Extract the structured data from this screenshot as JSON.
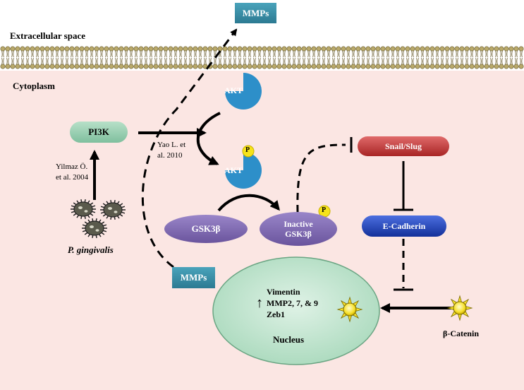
{
  "regions": {
    "extracellular": "Extracellular  space",
    "cytoplasm": "Cytoplasm",
    "nucleus": "Nucleus"
  },
  "nodes": {
    "mmps_top": "MMPs",
    "mmps_bottom": "MMPs",
    "pi3k": "PI3K",
    "akt": "AKT",
    "akt_p": "AKT",
    "phospho_symbol": "P",
    "gsk3b": "GSK3β",
    "inactive_gsk3b_line1": "Inactive",
    "inactive_gsk3b_line2": "GSK3β",
    "snail_slug": "Snail/Slug",
    "e_cadherin": "E-Cadherin",
    "beta_catenin": "β-Catenin",
    "p_gingivalis": "P. gingivalis"
  },
  "citations": {
    "yilmaz_line1": "Yilmaz  Ö.",
    "yilmaz_line2": "et al. 2004",
    "yao_line1": "Yao L. et",
    "yao_line2": "al. 2010"
  },
  "nucleus_genes": {
    "arrow": "↑",
    "gene1": "Vimentin",
    "gene2": "MMP2, 7, & 9",
    "gene3": "Zeb1"
  },
  "colors": {
    "cytoplasm_bg": "#fbe6e3",
    "nucleus_fill": "#bfe3cf",
    "mmps_fill": "#3a8fa8",
    "pi3k_fill": "#8fc9ad",
    "akt_fill": "#2d8fc9",
    "gsk_fill": "#7d67b0",
    "snail_fill": "#c23a3a",
    "ecad_fill": "#1f43b8",
    "phospho_fill": "#f6e31a"
  }
}
